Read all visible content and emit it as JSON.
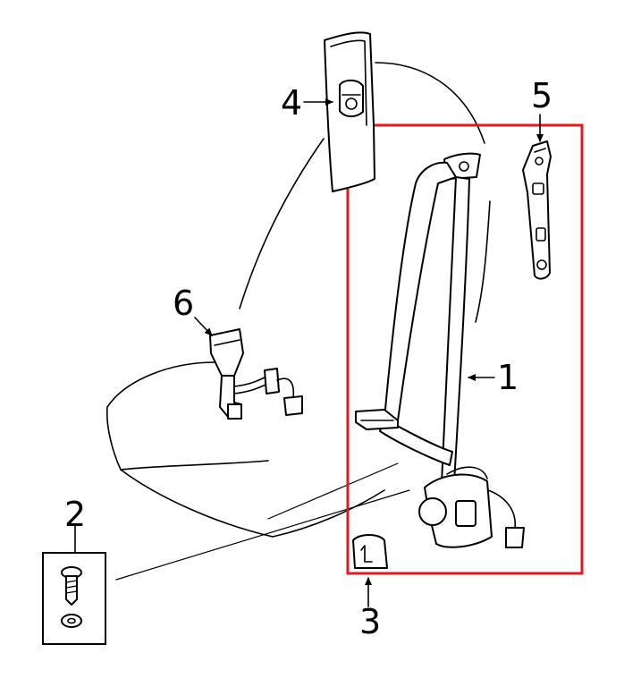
{
  "highlight_color": "#e0191e",
  "line_color": "#000000",
  "callouts": {
    "part1": "1",
    "part2": "2",
    "part3": "3",
    "part4": "4",
    "part5": "5",
    "part6": "6"
  },
  "icons": {
    "part1": "seat-belt-assembly-icon",
    "part2": "screw-and-washer-icon",
    "part3": "cover-clip-icon",
    "part4": "pillar-trim-icon",
    "part5": "height-adjuster-icon",
    "part6": "buckle-assembly-icon"
  }
}
